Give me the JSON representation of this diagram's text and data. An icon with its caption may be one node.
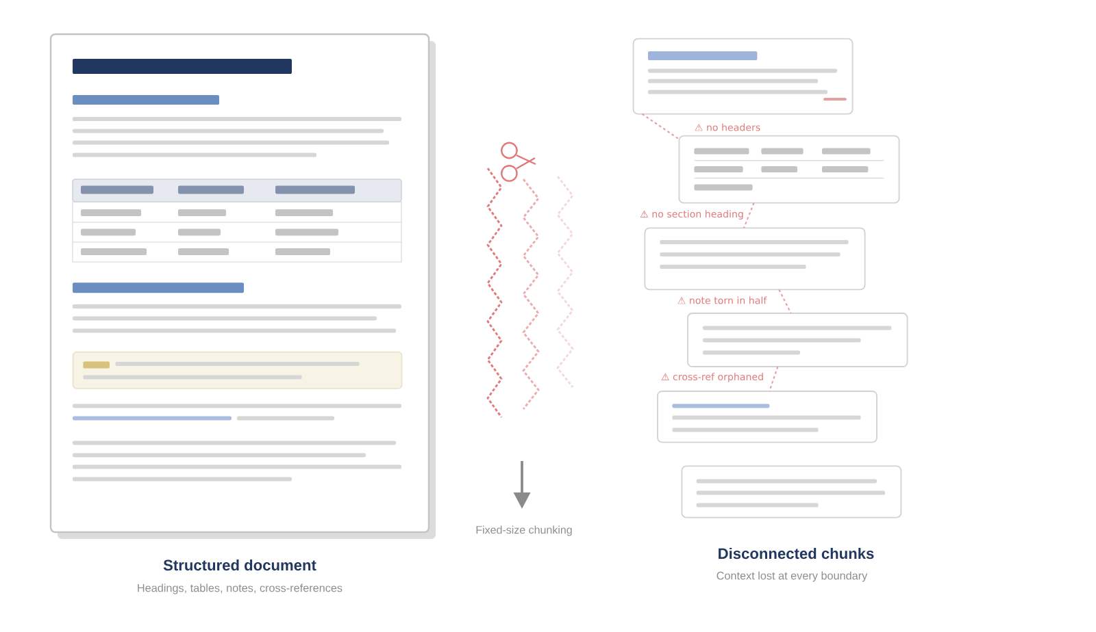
{
  "diagram": {
    "nodes": [
      {
        "text": [],
        "shape": "box"
      },
      {
        "text": [],
        "shape": "box"
      },
      {
        "text": [],
        "shape": "box"
      },
      {
        "text": [],
        "shape": "box"
      },
      {
        "text": [],
        "shape": "box"
      },
      {
        "text": [],
        "shape": "box"
      }
    ],
    "edges": [
      {
        "from": 0,
        "to": 1,
        "arrow": "none",
        "style": "dashed",
        "label": "⚠ no headers"
      },
      {
        "from": 1,
        "to": 2,
        "arrow": "none",
        "style": "dashed",
        "label": "⚠ no section heading"
      },
      {
        "from": 2,
        "to": 3,
        "arrow": "none",
        "style": "dashed",
        "label": "⚠ note torn in half"
      },
      {
        "from": 3,
        "to": 4,
        "arrow": "none",
        "style": "dashed",
        "label": "⚠ cross-ref orphaned"
      }
    ],
    "labels": [
      "Structured document",
      "Headings, tables, notes, cross-references",
      "Fixed-size chunking",
      "Disconnected chunks",
      "Context lost at every boundary"
    ]
  }
}
